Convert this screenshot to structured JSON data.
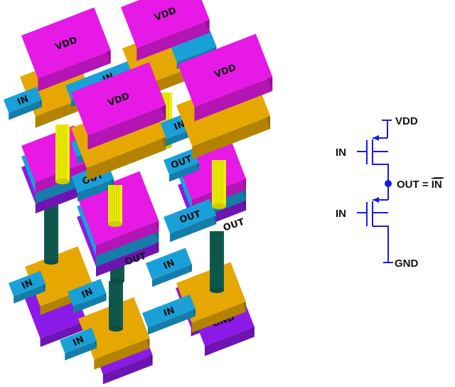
{
  "diagram": {
    "title": "3D stacked CMOS inverter",
    "colors": {
      "vdd_pad": "#e619e6",
      "vdd_pad_side": "#b310b3",
      "gate": "#e6a800",
      "gate_side": "#b38200",
      "in_bar": "#1aa0d9",
      "in_bar_side": "#0f78a8",
      "out_layer": "#1aa0d9",
      "gnd_pad": "#8c1ae6",
      "gnd_pad_side": "#6a10b3",
      "via_upper": "#f0f000",
      "via_lower": "#0f5c4f",
      "oxide": "#1a1ae6",
      "schematic": "#1a1ae6"
    },
    "labels_3d": {
      "vdd": "VDD",
      "in": "IN",
      "out": "OUT",
      "gnd": "GND"
    },
    "schematic": {
      "vdd": "VDD",
      "gnd": "GND",
      "in_top": "IN",
      "in_bottom": "IN",
      "out_prefix": "OUT = ",
      "out_bar": "IN"
    }
  }
}
